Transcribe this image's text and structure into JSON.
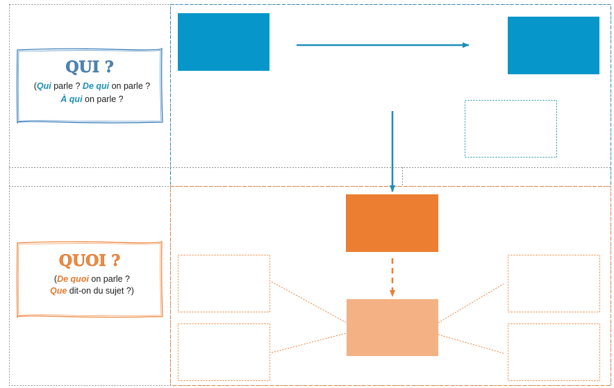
{
  "colors": {
    "blue": "#0696c9",
    "blue_line": "#1b8fb8",
    "orange": "#ec7e32",
    "orange_light": "#f4b183",
    "grid": "#8c8c8c"
  },
  "qui": {
    "title": "QUI ?",
    "line1_open": "(",
    "line1_em1": "Qui",
    "line1_mid": " parle ? ",
    "line1_em2": "De qui",
    "line1_end": " on parle ?",
    "line2_em": "À qui",
    "line2_end": " on parle ?"
  },
  "quoi": {
    "title": "QUOI ?",
    "line1_open": "(",
    "line1_em": "De quoi",
    "line1_end": " on parle ?",
    "line2_em": "Que",
    "line2_end": " dit-on du sujet ?)"
  }
}
